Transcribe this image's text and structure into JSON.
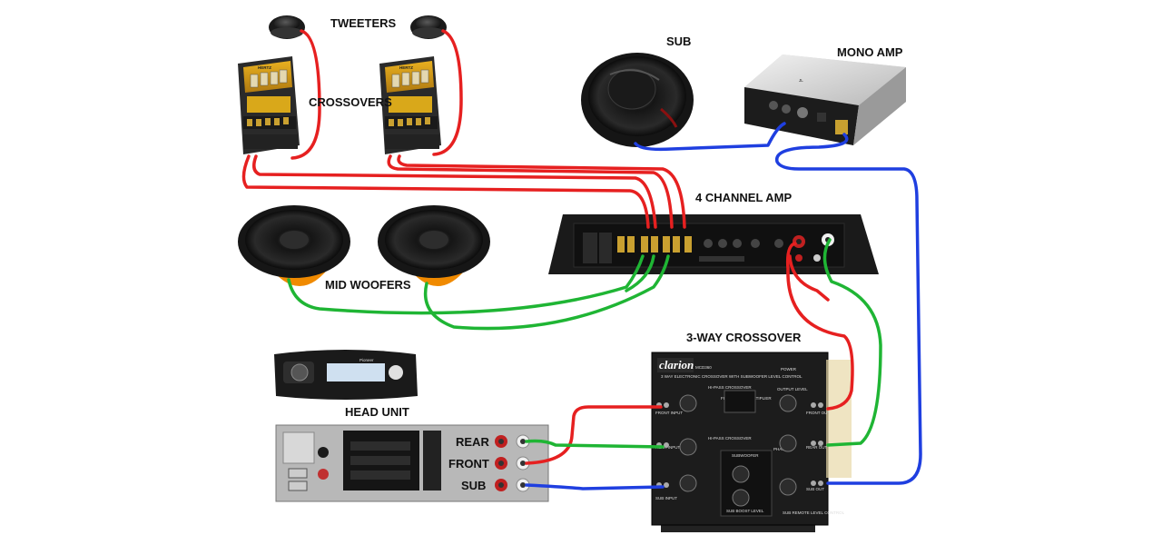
{
  "labels": {
    "tweeters": "TWEETERS",
    "crossovers": "CROSSOVERS",
    "sub": "SUB",
    "mono_amp": "MONO AMP",
    "four_channel_amp": "4 CHANNEL AMP",
    "mid_woofers": "MID WOOFERS",
    "three_way_crossover": "3-WAY CROSSOVER",
    "head_unit": "HEAD UNIT",
    "rear": "REAR",
    "front": "FRONT",
    "sub_out": "SUB"
  },
  "crossover_unit": {
    "brand": "clarion",
    "model": "MCD360",
    "subtitle": "3 WAY ELECTRONIC CROSSOVER WITH SUBWOOFER LEVEL CONTROL",
    "power": "POWER",
    "hi_pass_1": "HI-PASS CROSSOVER",
    "hi_pass_2": "HI-PASS CROSSOVER",
    "subwoofer": "SUBWOOFER",
    "output_level": "OUTPUT LEVEL",
    "front_input": "FRONT INPUT",
    "rear_input": "REAR INPUT",
    "sub_input": "SUB INPUT",
    "front_out": "FRONT OUT",
    "rear_out": "REAR OUT",
    "sub_out": "SUB OUT",
    "frequency_multiplier": "FREQUENCY MULTIPLIER",
    "sub_boost_level": "SUB BOOST LEVEL",
    "remote_control": "SUB REMOTE LEVEL CONTROL",
    "phase": "PHASE"
  },
  "head_unit_brand": "Pioneer",
  "passive_crossover_brand": "HERTZ",
  "colors": {
    "positive_wire": "#e62020",
    "speaker_wire": "#1fb534",
    "sub_wire": "#1f3fe0",
    "woofer_ring": "#f08a00",
    "device_body": "#1e1e1e"
  }
}
